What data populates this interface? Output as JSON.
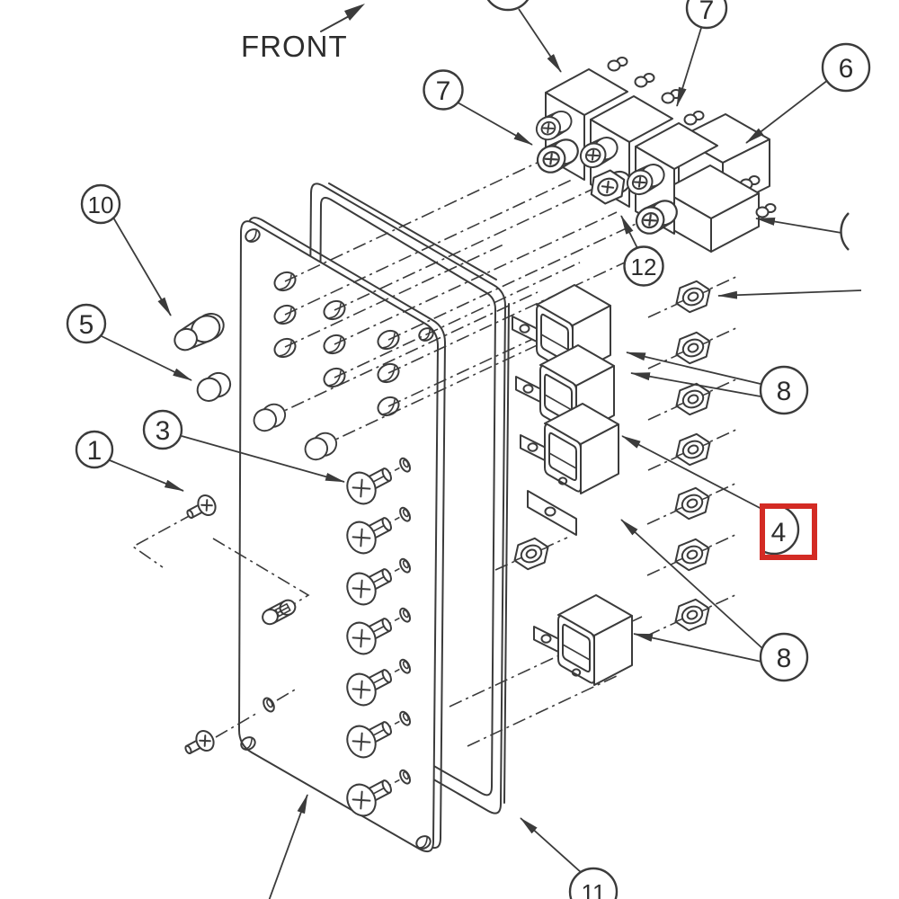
{
  "diagram": {
    "front_label": "FRONT"
  },
  "callouts": {
    "c1": {
      "label": "1"
    },
    "c3": {
      "label": "3"
    },
    "c4": {
      "label": "4",
      "highlighted": true
    },
    "c5": {
      "label": "5"
    },
    "c6": {
      "label": "6"
    },
    "c7a": {
      "label": "7"
    },
    "c7b": {
      "label": "7"
    },
    "c8a": {
      "label": "8"
    },
    "c8b": {
      "label": "8"
    },
    "c10": {
      "label": "10"
    },
    "c11": {
      "label": "11"
    },
    "c12": {
      "label": "12"
    }
  },
  "colors": {
    "line": "#3b3b3b",
    "background": "#ffffff",
    "highlight": "#d32b24"
  }
}
